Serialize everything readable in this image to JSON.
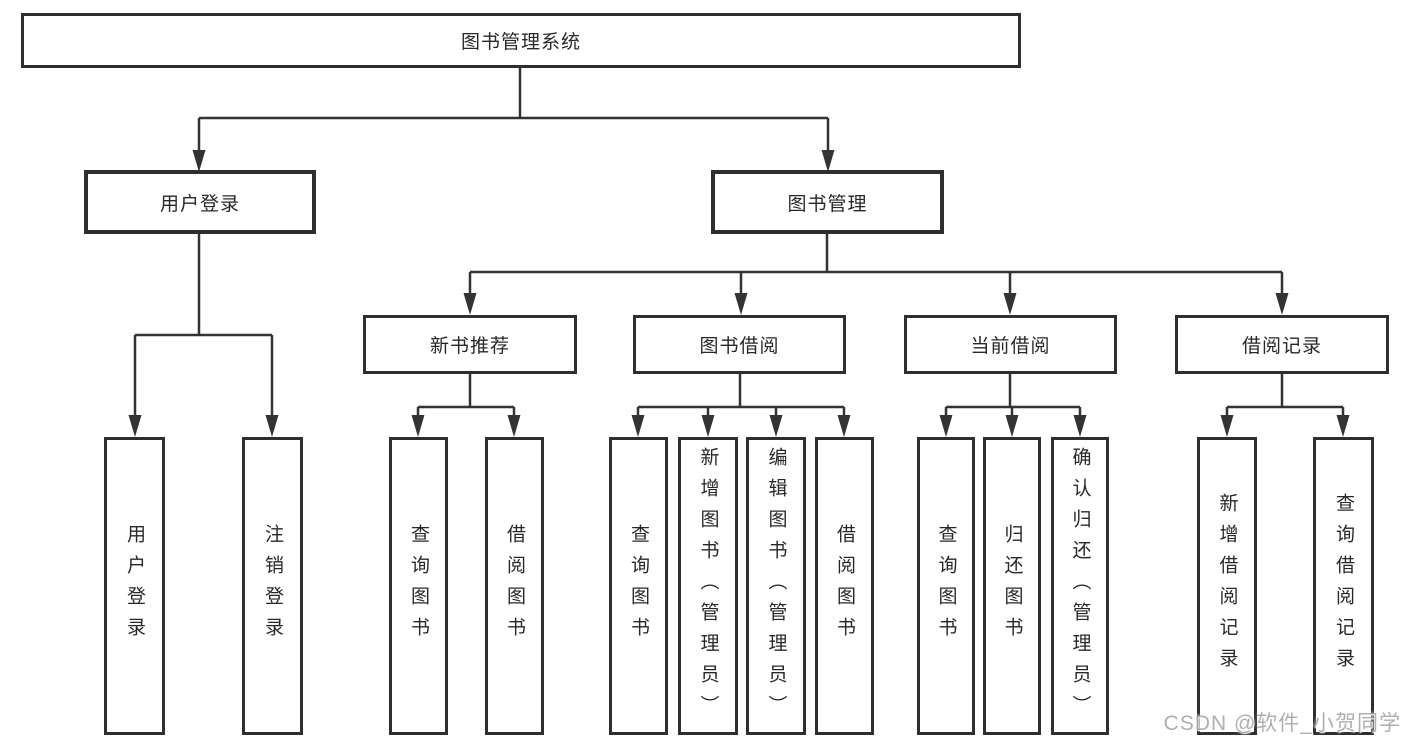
{
  "tree": {
    "label": "图书管理系统",
    "children": [
      {
        "label": "用户登录",
        "children": [
          {
            "label": "用户登录"
          },
          {
            "label": "注销登录"
          }
        ]
      },
      {
        "label": "图书管理",
        "children": [
          {
            "label": "新书推荐",
            "children": [
              {
                "label": "查询图书"
              },
              {
                "label": "借阅图书"
              }
            ]
          },
          {
            "label": "图书借阅",
            "children": [
              {
                "label": "查询图书"
              },
              {
                "label": "新增图书（管理员）"
              },
              {
                "label": "编辑图书（管理员）"
              },
              {
                "label": "借阅图书"
              }
            ]
          },
          {
            "label": "当前借阅",
            "children": [
              {
                "label": "查询图书"
              },
              {
                "label": "归还图书"
              },
              {
                "label": "确认归还（管理员）"
              }
            ]
          },
          {
            "label": "借阅记录",
            "children": [
              {
                "label": "新增借阅记录"
              },
              {
                "label": "查询借阅记录"
              }
            ]
          }
        ]
      }
    ]
  },
  "watermark": "CSDN @软件_小贺同学",
  "colors": {
    "line": "#333333",
    "box_border": "#2e2e2e",
    "text": "#282828",
    "watermark": "#9e9e9e",
    "background": "#ffffff"
  }
}
